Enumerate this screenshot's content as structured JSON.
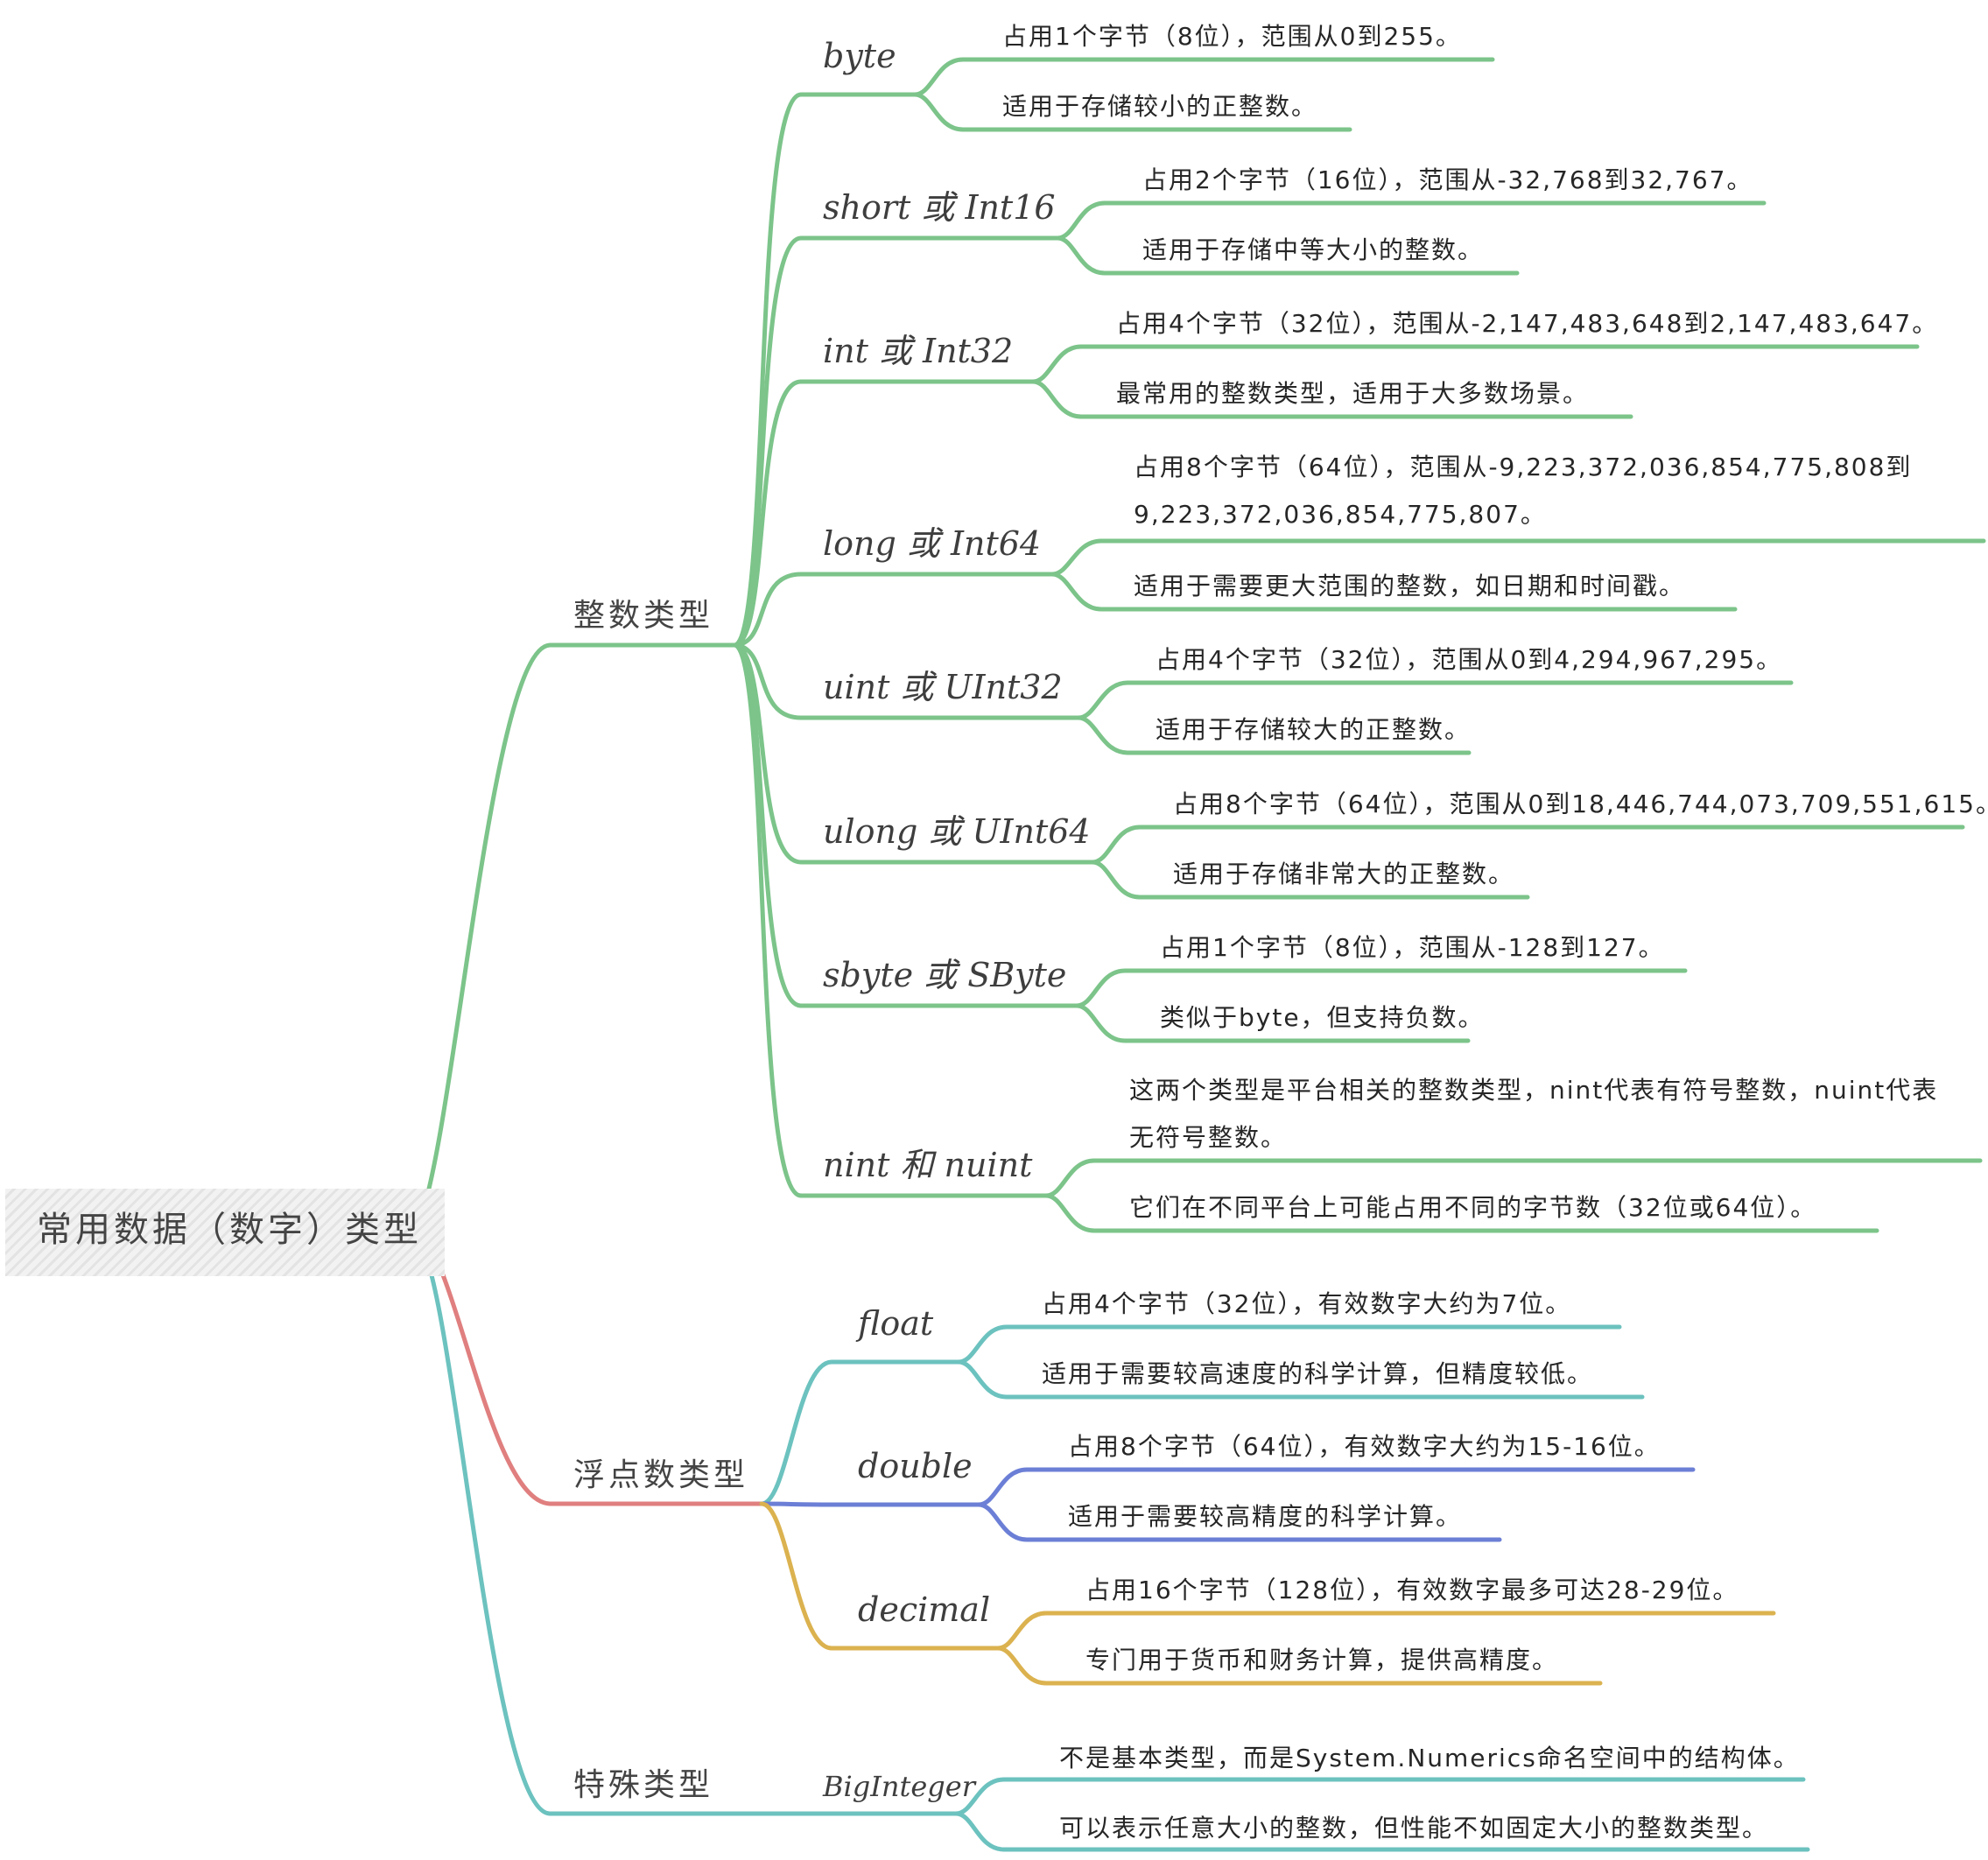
{
  "root": {
    "label": "常用数据（数字）类型"
  },
  "colors": {
    "integer_branch": "#7cc48a",
    "float_branch": "#e07f7f",
    "float_sub": "#6cc2bf",
    "double_sub": "#6c7fd6",
    "decimal_sub": "#dbb24f",
    "special_branch": "#6cc2bf",
    "text": "#262626"
  },
  "branches": {
    "integer": {
      "label": "整数类型",
      "types": [
        {
          "name": "byte",
          "notes": [
            "占用1个字节（8位），范围从0到255。",
            "适用于存储较小的正整数。"
          ]
        },
        {
          "name": "short 或 Int16",
          "notes": [
            "占用2个字节（16位），范围从-32,768到32,767。",
            "适用于存储中等大小的整数。"
          ]
        },
        {
          "name": "int 或 Int32",
          "notes": [
            "占用4个字节（32位），范围从-2,147,483,648到2,147,483,647。",
            "最常用的整数类型，适用于大多数场景。"
          ]
        },
        {
          "name": "long 或 Int64",
          "notes": [
            "占用8个字节（64位），范围从-9,223,372,036,854,775,808到",
            "9,223,372,036,854,775,807。",
            "适用于需要更大范围的整数，如日期和时间戳。"
          ]
        },
        {
          "name": "uint 或 UInt32",
          "notes": [
            "占用4个字节（32位），范围从0到4,294,967,295。",
            "适用于存储较大的正整数。"
          ]
        },
        {
          "name": "ulong 或 UInt64",
          "notes": [
            "占用8个字节（64位），范围从0到18,446,744,073,709,551,615。",
            "适用于存储非常大的正整数。"
          ]
        },
        {
          "name": "sbyte 或 SByte",
          "notes": [
            "占用1个字节（8位），范围从-128到127。",
            "类似于byte，但支持负数。"
          ]
        },
        {
          "name": "nint 和 nuint",
          "notes": [
            "这两个类型是平台相关的整数类型，nint代表有符号整数，nuint代表",
            "无符号整数。",
            "它们在不同平台上可能占用不同的字节数（32位或64位）。"
          ]
        }
      ]
    },
    "float": {
      "label": "浮点数类型",
      "types": [
        {
          "name": "float",
          "notes": [
            "占用4个字节（32位），有效数字大约为7位。",
            "适用于需要较高速度的科学计算，但精度较低。"
          ]
        },
        {
          "name": "double",
          "notes": [
            "占用8个字节（64位），有效数字大约为15-16位。",
            "适用于需要较高精度的科学计算。"
          ]
        },
        {
          "name": "decimal",
          "notes": [
            "占用16个字节（128位），有效数字最多可达28-29位。",
            "专门用于货币和财务计算，提供高精度。"
          ]
        }
      ]
    },
    "special": {
      "label": "特殊类型",
      "types": [
        {
          "name": "BigInteger",
          "notes": [
            "不是基本类型，而是System.Numerics命名空间中的结构体。",
            "可以表示任意大小的整数，但性能不如固定大小的整数类型。"
          ]
        }
      ]
    }
  }
}
